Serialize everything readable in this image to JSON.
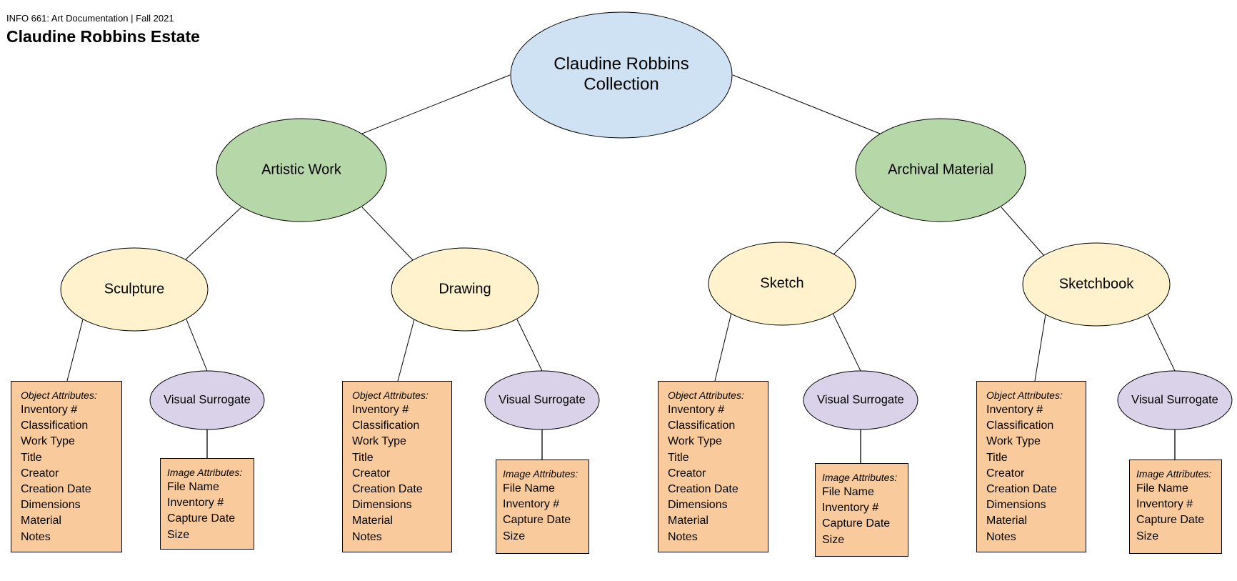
{
  "header": {
    "course": "INFO 661: Art Documentation | Fall 2021",
    "title": "Claudine Robbins Estate"
  },
  "colors": {
    "root": "#cfe2f3",
    "category": "#b6d7a8",
    "type": "#fff2cc",
    "surrogate": "#d9d2e9",
    "attribute_box": "#f9cb9c",
    "stroke": "#000000"
  },
  "root": {
    "label_lines": [
      "Claudine Robbins",
      "Collection"
    ]
  },
  "categories": [
    {
      "label": "Artistic Work",
      "types": [
        {
          "label": "Sculpture",
          "object_attributes": {
            "heading": "Object Attributes:",
            "items": [
              "Inventory #",
              "Classification",
              "Work Type",
              "Title",
              "Creator",
              "Creation Date",
              "Dimensions",
              "Material",
              "Notes"
            ]
          },
          "surrogate": {
            "label": "Visual Surrogate",
            "image_attributes": {
              "heading": "Image Attributes:",
              "items": [
                "File Name",
                "Inventory #",
                "Capture Date",
                "Size"
              ]
            }
          }
        },
        {
          "label": "Drawing",
          "object_attributes": {
            "heading": "Object Attributes:",
            "items": [
              "Inventory #",
              "Classification",
              "Work Type",
              "Title",
              "Creator",
              "Creation Date",
              "Dimensions",
              "Material",
              "Notes"
            ]
          },
          "surrogate": {
            "label": "Visual Surrogate",
            "image_attributes": {
              "heading": "Image Attributes:",
              "items": [
                "File Name",
                "Inventory #",
                "Capture Date",
                "Size"
              ]
            }
          }
        }
      ]
    },
    {
      "label": "Archival Material",
      "types": [
        {
          "label": "Sketch",
          "object_attributes": {
            "heading": "Object Attributes:",
            "items": [
              "Inventory #",
              "Classification",
              "Work Type",
              "Title",
              "Creator",
              "Creation Date",
              "Dimensions",
              "Material",
              "Notes"
            ]
          },
          "surrogate": {
            "label": "Visual Surrogate",
            "image_attributes": {
              "heading": "Image Attributes:",
              "items": [
                "File Name",
                "Inventory #",
                "Capture Date",
                "Size"
              ]
            }
          }
        },
        {
          "label": "Sketchbook",
          "object_attributes": {
            "heading": "Object Attributes:",
            "items": [
              "Inventory #",
              "Classification",
              "Work Type",
              "Title",
              "Creator",
              "Creation Date",
              "Dimensions",
              "Material",
              "Notes"
            ]
          },
          "surrogate": {
            "label": "Visual Surrogate",
            "image_attributes": {
              "heading": "Image Attributes:",
              "items": [
                "File Name",
                "Inventory #",
                "Capture Date",
                "Size"
              ]
            }
          }
        }
      ]
    }
  ]
}
